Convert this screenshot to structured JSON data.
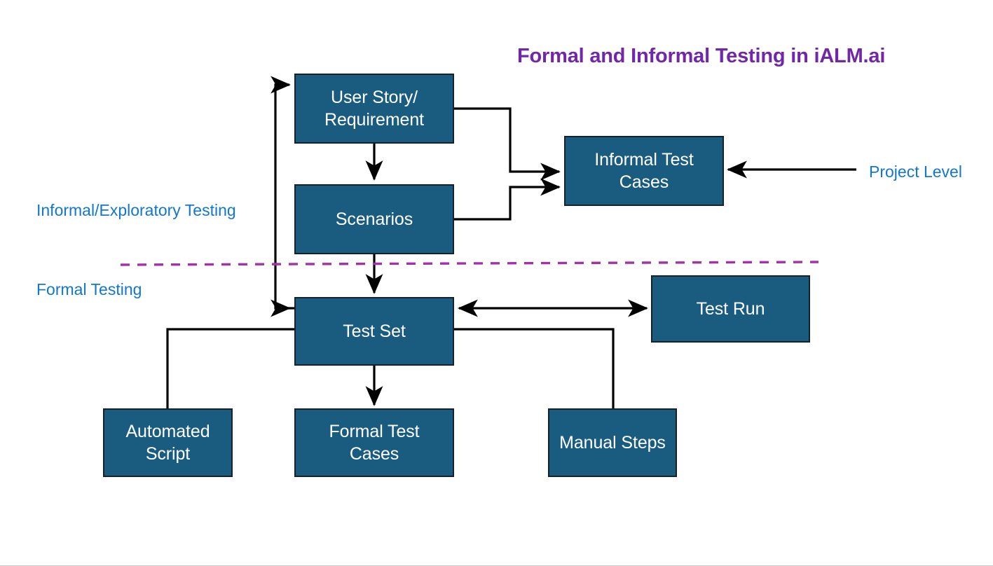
{
  "title": "Formal and Informal Testing in iALM.ai",
  "colors": {
    "node_fill": "#1A5C80",
    "node_border": "#15222E",
    "node_text": "#FFFFFF",
    "title_text": "#7127A8",
    "label_text": "#1377CD",
    "divider_dash": "#A233A6",
    "connector": "#000000",
    "page_background": "#FFFFFF"
  },
  "nodes": [
    {
      "id": "user-story",
      "label": "User Story/\nRequirement",
      "line1": "User Story/",
      "line2": "Requirement"
    },
    {
      "id": "scenarios",
      "label": "Scenarios",
      "line1": "Scenarios",
      "line2": ""
    },
    {
      "id": "informal-test-cases",
      "label": "Informal Test\nCases",
      "line1": "Informal Test",
      "line2": "Cases"
    },
    {
      "id": "test-set",
      "label": "Test Set",
      "line1": "Test Set",
      "line2": ""
    },
    {
      "id": "test-run",
      "label": "Test Run",
      "line1": "Test Run",
      "line2": ""
    },
    {
      "id": "automated-script",
      "label": "Automated\nScript",
      "line1": "Automated",
      "line2": "Script"
    },
    {
      "id": "formal-test-cases",
      "label": "Formal Test\nCases",
      "line1": "Formal Test",
      "line2": "Cases"
    },
    {
      "id": "manual-steps",
      "label": "Manual Steps",
      "line1": "Manual Steps",
      "line2": ""
    }
  ],
  "labels": {
    "informal_zone_line1": "Informal/Exploratory",
    "informal_zone_line2": "Testing",
    "formal_zone": "Formal Testing",
    "project_level": "Project Level"
  },
  "connections": [
    {
      "from": "user-story",
      "to": "scenarios",
      "arrow": "single"
    },
    {
      "from": "user-story",
      "to": "informal-test-cases",
      "arrow": "single"
    },
    {
      "from": "scenarios",
      "to": "informal-test-cases",
      "arrow": "single"
    },
    {
      "from": "scenarios",
      "to": "test-set",
      "arrow": "single"
    },
    {
      "from": "project-level",
      "to": "informal-test-cases",
      "arrow": "single"
    },
    {
      "from": "test-set",
      "to": "user-story",
      "arrow": "single"
    },
    {
      "from": "test-set",
      "to": "test-run",
      "arrow": "double"
    },
    {
      "from": "test-set",
      "to": "automated-script",
      "arrow": "none"
    },
    {
      "from": "test-set",
      "to": "formal-test-cases",
      "arrow": "single"
    },
    {
      "from": "test-set",
      "to": "manual-steps",
      "arrow": "none"
    }
  ],
  "divider": {
    "style": "dashed",
    "separates": [
      "Informal/Exploratory Testing",
      "Formal Testing"
    ]
  }
}
